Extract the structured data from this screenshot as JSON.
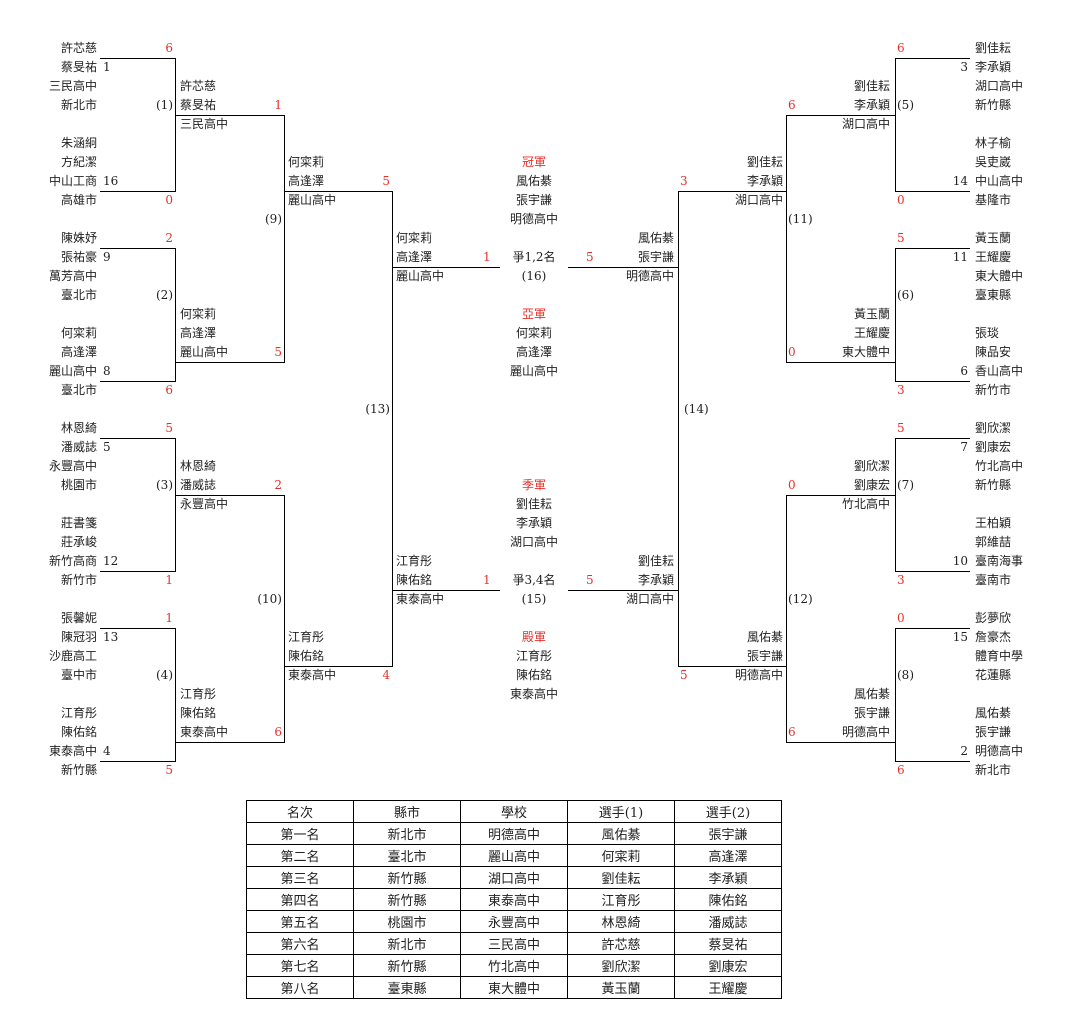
{
  "title": "",
  "matches": {
    "m1": {
      "label": "(1)",
      "top_score": "6",
      "bottom_score": "0"
    },
    "m2": {
      "label": "(2)",
      "top_score": "2",
      "bottom_score": "6"
    },
    "m3": {
      "label": "(3)",
      "top_score": "5",
      "bottom_score": "1"
    },
    "m4": {
      "label": "(4)",
      "top_score": "1",
      "bottom_score": "5"
    },
    "m5": {
      "label": "(5)",
      "top_score": "6",
      "bottom_score": "0"
    },
    "m6": {
      "label": "(6)",
      "top_score": "5",
      "bottom_score": "3"
    },
    "m7": {
      "label": "(7)",
      "top_score": "5",
      "bottom_score": "3"
    },
    "m8": {
      "label": "(8)",
      "top_score": "0",
      "bottom_score": "6"
    },
    "m9": {
      "label": "(9)",
      "top_score": "1",
      "bottom_score": "5"
    },
    "m10": {
      "label": "(10)",
      "top_score": "2",
      "bottom_score": "6"
    },
    "m11": {
      "label": "(11)",
      "top_score": "6",
      "bottom_score": "0"
    },
    "m12": {
      "label": "(12)",
      "top_score": "0",
      "bottom_score": "6"
    },
    "m13": {
      "label": "(13)",
      "top_score": "5",
      "bottom_score": "4"
    },
    "m14": {
      "label": "(14)",
      "top_score": "3",
      "bottom_score": "5"
    },
    "m15": {
      "label": "(15)",
      "title": "爭3,4名",
      "left_score": "1",
      "right_score": "5"
    },
    "m16": {
      "label": "(16)",
      "title": "爭1,2名",
      "left_score": "1",
      "right_score": "5"
    }
  },
  "entries": [
    {
      "seed": "1",
      "player1": "許芯慈",
      "player2": "蔡旻祐",
      "school": "三民高中",
      "city": "新北市"
    },
    {
      "seed": "16",
      "player1": "朱涵絅",
      "player2": "方紀潔",
      "school": "中山工商",
      "city": "高雄市"
    },
    {
      "seed": "9",
      "player1": "陳姝妤",
      "player2": "張祐豪",
      "school": "萬芳高中",
      "city": "臺北市"
    },
    {
      "seed": "8",
      "player1": "何寀莉",
      "player2": "高逢澤",
      "school": "麗山高中",
      "city": "臺北市"
    },
    {
      "seed": "5",
      "player1": "林恩綺",
      "player2": "潘威誌",
      "school": "永豐高中",
      "city": "桃園市"
    },
    {
      "seed": "12",
      "player1": "莊書箋",
      "player2": "莊承峻",
      "school": "新竹高商",
      "city": "新竹市"
    },
    {
      "seed": "13",
      "player1": "張馨妮",
      "player2": "陳冠羽",
      "school": "沙鹿高工",
      "city": "臺中市"
    },
    {
      "seed": "4",
      "player1": "江育彤",
      "player2": "陳佑銘",
      "school": "東泰高中",
      "city": "新竹縣"
    },
    {
      "seed": "3",
      "player1": "劉佳耘",
      "player2": "李承穎",
      "school": "湖口高中",
      "city": "新竹縣"
    },
    {
      "seed": "14",
      "player1": "林子榆",
      "player2": "吳吏崴",
      "school": "中山高中",
      "city": "基隆市"
    },
    {
      "seed": "11",
      "player1": "黃玉蘭",
      "player2": "王耀慶",
      "school": "東大體中",
      "city": "臺東縣"
    },
    {
      "seed": "6",
      "player1": "張琰",
      "player2": "陳品安",
      "school": "香山高中",
      "city": "新竹市"
    },
    {
      "seed": "7",
      "player1": "劉欣潔",
      "player2": "劉康宏",
      "school": "竹北高中",
      "city": "新竹縣"
    },
    {
      "seed": "10",
      "player1": "王柏穎",
      "player2": "郭維喆",
      "school": "臺南海事",
      "city": "臺南市"
    },
    {
      "seed": "15",
      "player1": "彭夢欣",
      "player2": "詹豪杰",
      "school": "體育中學",
      "city": "花蓮縣"
    },
    {
      "seed": "2",
      "player1": "風佑綦",
      "player2": "張宇謙",
      "school": "明德高中",
      "city": "新北市"
    }
  ],
  "winners": {
    "w1": {
      "player1": "許芯慈",
      "player2": "蔡旻祐",
      "school": "三民高中"
    },
    "w2": {
      "player1": "何寀莉",
      "player2": "高逢澤",
      "school": "麗山高中"
    },
    "w3": {
      "player1": "林恩綺",
      "player2": "潘威誌",
      "school": "永豐高中"
    },
    "w4": {
      "player1": "江育彤",
      "player2": "陳佑銘",
      "school": "東泰高中"
    },
    "w5": {
      "player1": "劉佳耘",
      "player2": "李承穎",
      "school": "湖口高中"
    },
    "w6": {
      "player1": "黃玉蘭",
      "player2": "王耀慶",
      "school": "東大體中"
    },
    "w7": {
      "player1": "劉欣潔",
      "player2": "劉康宏",
      "school": "竹北高中"
    },
    "w8": {
      "player1": "風佑綦",
      "player2": "張宇謙",
      "school": "明德高中"
    },
    "w9": {
      "player1": "何寀莉",
      "player2": "高逢澤",
      "school": "麗山高中"
    },
    "w10": {
      "player1": "江育彤",
      "player2": "陳佑銘",
      "school": "東泰高中"
    },
    "w11": {
      "player1": "劉佳耘",
      "player2": "李承穎",
      "school": "湖口高中"
    },
    "w12": {
      "player1": "風佑綦",
      "player2": "張宇謙",
      "school": "明德高中"
    },
    "w13a": {
      "player1": "何寀莉",
      "player2": "高逢澤",
      "school": "麗山高中"
    },
    "w13b": {
      "player1": "江育彤",
      "player2": "陳佑銘",
      "school": "東泰高中"
    },
    "w14a": {
      "player1": "風佑綦",
      "player2": "張宇謙",
      "school": "明德高中"
    },
    "w14b": {
      "player1": "劉佳耘",
      "player2": "李承穎",
      "school": "湖口高中"
    }
  },
  "awards": {
    "champion": {
      "label": "冠軍",
      "player1": "風佑綦",
      "player2": "張宇謙",
      "school": "明德高中"
    },
    "runner_up": {
      "label": "亞軍",
      "player1": "何寀莉",
      "player2": "高逢澤",
      "school": "麗山高中"
    },
    "third": {
      "label": "季軍",
      "player1": "劉佳耘",
      "player2": "李承穎",
      "school": "湖口高中"
    },
    "fourth": {
      "label": "殿軍",
      "player1": "江育彤",
      "player2": "陳佑銘",
      "school": "東泰高中"
    }
  },
  "ranking": {
    "headers": [
      "名次",
      "縣市",
      "學校",
      "選手(1)",
      "選手(2)"
    ],
    "rows": [
      [
        "第一名",
        "新北市",
        "明德高中",
        "風佑綦",
        "張宇謙"
      ],
      [
        "第二名",
        "臺北市",
        "麗山高中",
        "何寀莉",
        "高逢澤"
      ],
      [
        "第三名",
        "新竹縣",
        "湖口高中",
        "劉佳耘",
        "李承穎"
      ],
      [
        "第四名",
        "新竹縣",
        "東泰高中",
        "江育彤",
        "陳佑銘"
      ],
      [
        "第五名",
        "桃園市",
        "永豐高中",
        "林恩綺",
        "潘威誌"
      ],
      [
        "第六名",
        "新北市",
        "三民高中",
        "許芯慈",
        "蔡旻祐"
      ],
      [
        "第七名",
        "新竹縣",
        "竹北高中",
        "劉欣潔",
        "劉康宏"
      ],
      [
        "第八名",
        "臺東縣",
        "東大體中",
        "黃玉蘭",
        "王耀慶"
      ]
    ]
  }
}
